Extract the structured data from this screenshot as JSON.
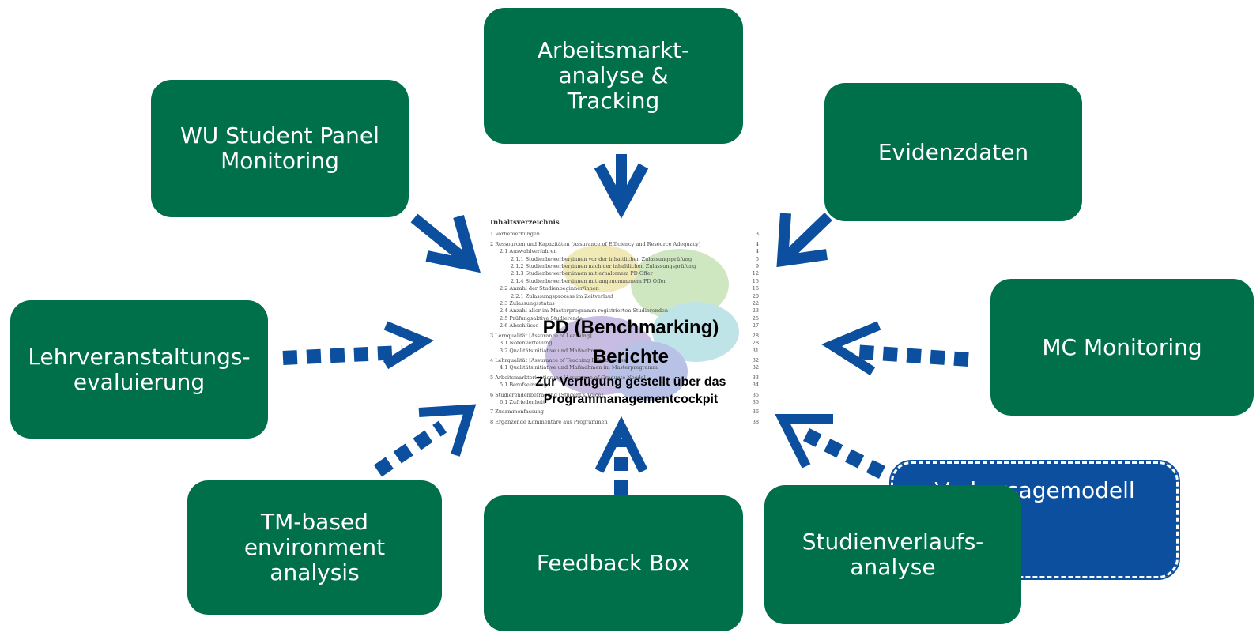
{
  "colors": {
    "box_green": "#00704a",
    "box_blue": "#0b4f9e",
    "arrow_blue": "#0b4f9e"
  },
  "boxes": {
    "arbeitsmarkt": "Arbeitsmarkt-\nanalyse &\nTracking",
    "wu_panel": "WU Student Panel\nMonitoring",
    "evidenz": "Evidenzdaten",
    "lehrveranstaltung": "Lehrveranstaltungs-\nevaluierung",
    "mc_monitoring": "MC Monitoring",
    "vorhersage": "Vorhersagemodell",
    "tm_based": "TM-based\nenvironment\nanalysis",
    "feedback": "Feedback Box",
    "studienverlauf": "Studienverlaufs-\nanalyse"
  },
  "center": {
    "title_line1": "PD (Benchmarking)",
    "title_line2": "Berichte",
    "subtitle_line1": "Zur Verfügung gestellt über das",
    "subtitle_line2": "Programmanagementcockpit"
  },
  "toc": {
    "title": "Inhaltsverzeichnis",
    "rows": [
      {
        "level": 1,
        "text": "1   Vorbemerkungen",
        "page": "3"
      },
      {
        "level": 1,
        "text": "2   Ressourcen und Kapazitäten [Assurance of Efficiency and Resource Adequacy]",
        "page": "4"
      },
      {
        "level": 2,
        "text": "2.1   Auswahlverfahren",
        "page": "4"
      },
      {
        "level": 3,
        "text": "2.1.1   Studienbewerber/innen vor der inhaltlichen Zulassungsprüfung",
        "page": "5"
      },
      {
        "level": 3,
        "text": "2.1.2   Studienbewerber/innen nach der inhaltlichen Zulassungsprüfung",
        "page": "9"
      },
      {
        "level": 3,
        "text": "2.1.3   Studienbewerber/innen mit erhaltenem PD Offer",
        "page": "12"
      },
      {
        "level": 3,
        "text": "2.1.4   Studienbewerber/innen mit angenommenem PD Offer",
        "page": "15"
      },
      {
        "level": 2,
        "text": "2.2   Anzahl der Studienbeginner/innen",
        "page": "16"
      },
      {
        "level": 3,
        "text": "2.2.1   Zulassungsprozess im Zeitverlauf",
        "page": "20"
      },
      {
        "level": 2,
        "text": "2.3   Zulassungsstatus",
        "page": "22"
      },
      {
        "level": 2,
        "text": "2.4   Anzahl aller im Masterprogramm registrierten Studierenden",
        "page": "23"
      },
      {
        "level": 2,
        "text": "2.5   Prüfungsaktive Studierende",
        "page": "25"
      },
      {
        "level": 2,
        "text": "2.6   Abschlüsse",
        "page": "27"
      },
      {
        "level": 1,
        "text": "3   Lernqualität [Assurance of Learning]",
        "page": "28"
      },
      {
        "level": 2,
        "text": "3.1   Notenverteilung",
        "page": "28"
      },
      {
        "level": 2,
        "text": "3.2   Qualitätsinitiative und Maßnahmen",
        "page": "31"
      },
      {
        "level": 1,
        "text": "4   Lehrqualität [Assurance of Teaching Effectiveness]",
        "page": "32"
      },
      {
        "level": 2,
        "text": "4.1   Qualitätsinitiative und Maßnahmen im Masterprogramm",
        "page": "32"
      },
      {
        "level": 1,
        "text": "5   Arbeitsmarktorientierung [Assurance of Graduate Needs]",
        "page": "33"
      },
      {
        "level": 2,
        "text": "5.1   Berufseinstieg",
        "page": "34"
      },
      {
        "level": 1,
        "text": "6   Studierendenbefragung [Student's Voice]",
        "page": "35"
      },
      {
        "level": 2,
        "text": "6.1   Zufriedenheit",
        "page": "35"
      },
      {
        "level": 1,
        "text": "7   Zusammenfassung",
        "page": "36"
      },
      {
        "level": 1,
        "text": "8   Ergänzende Kommentare aus Programmen",
        "page": "38"
      }
    ]
  }
}
